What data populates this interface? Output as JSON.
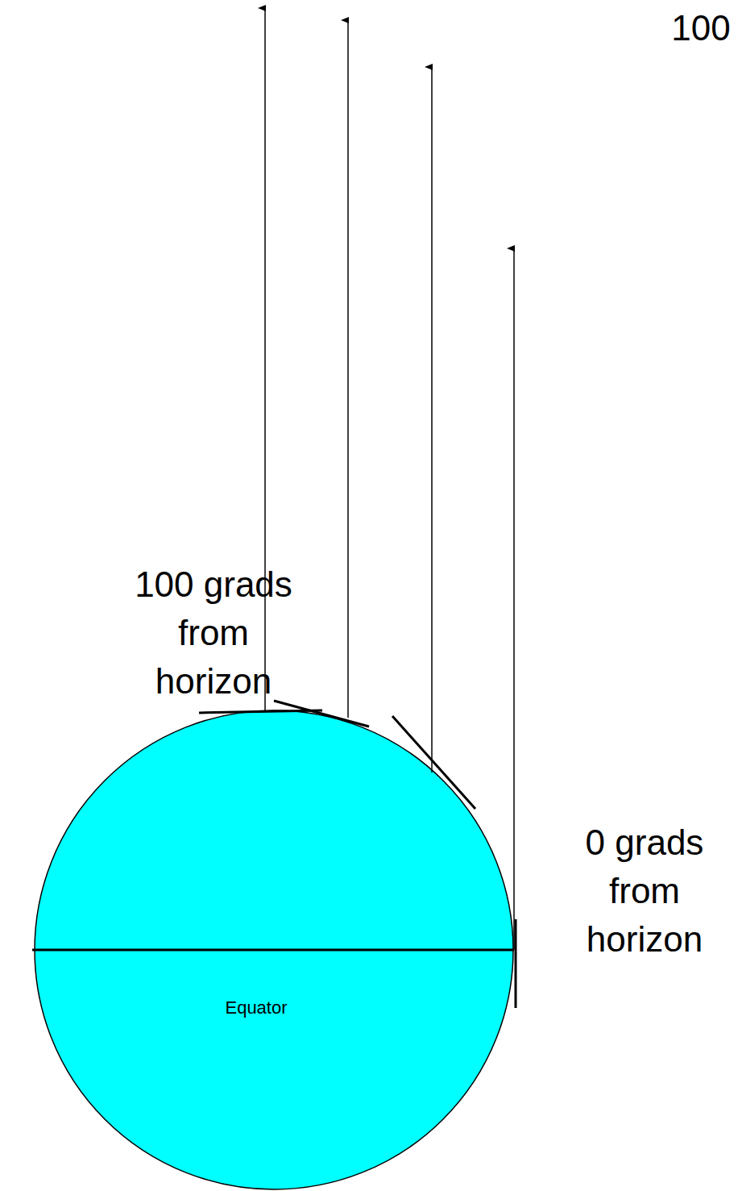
{
  "diagram": {
    "nodes": [
      {
        "text": [
          "Equator"
        ]
      }
    ],
    "labels": [
      "100",
      "100 grads from horizon",
      "0 grads from horizon"
    ]
  }
}
